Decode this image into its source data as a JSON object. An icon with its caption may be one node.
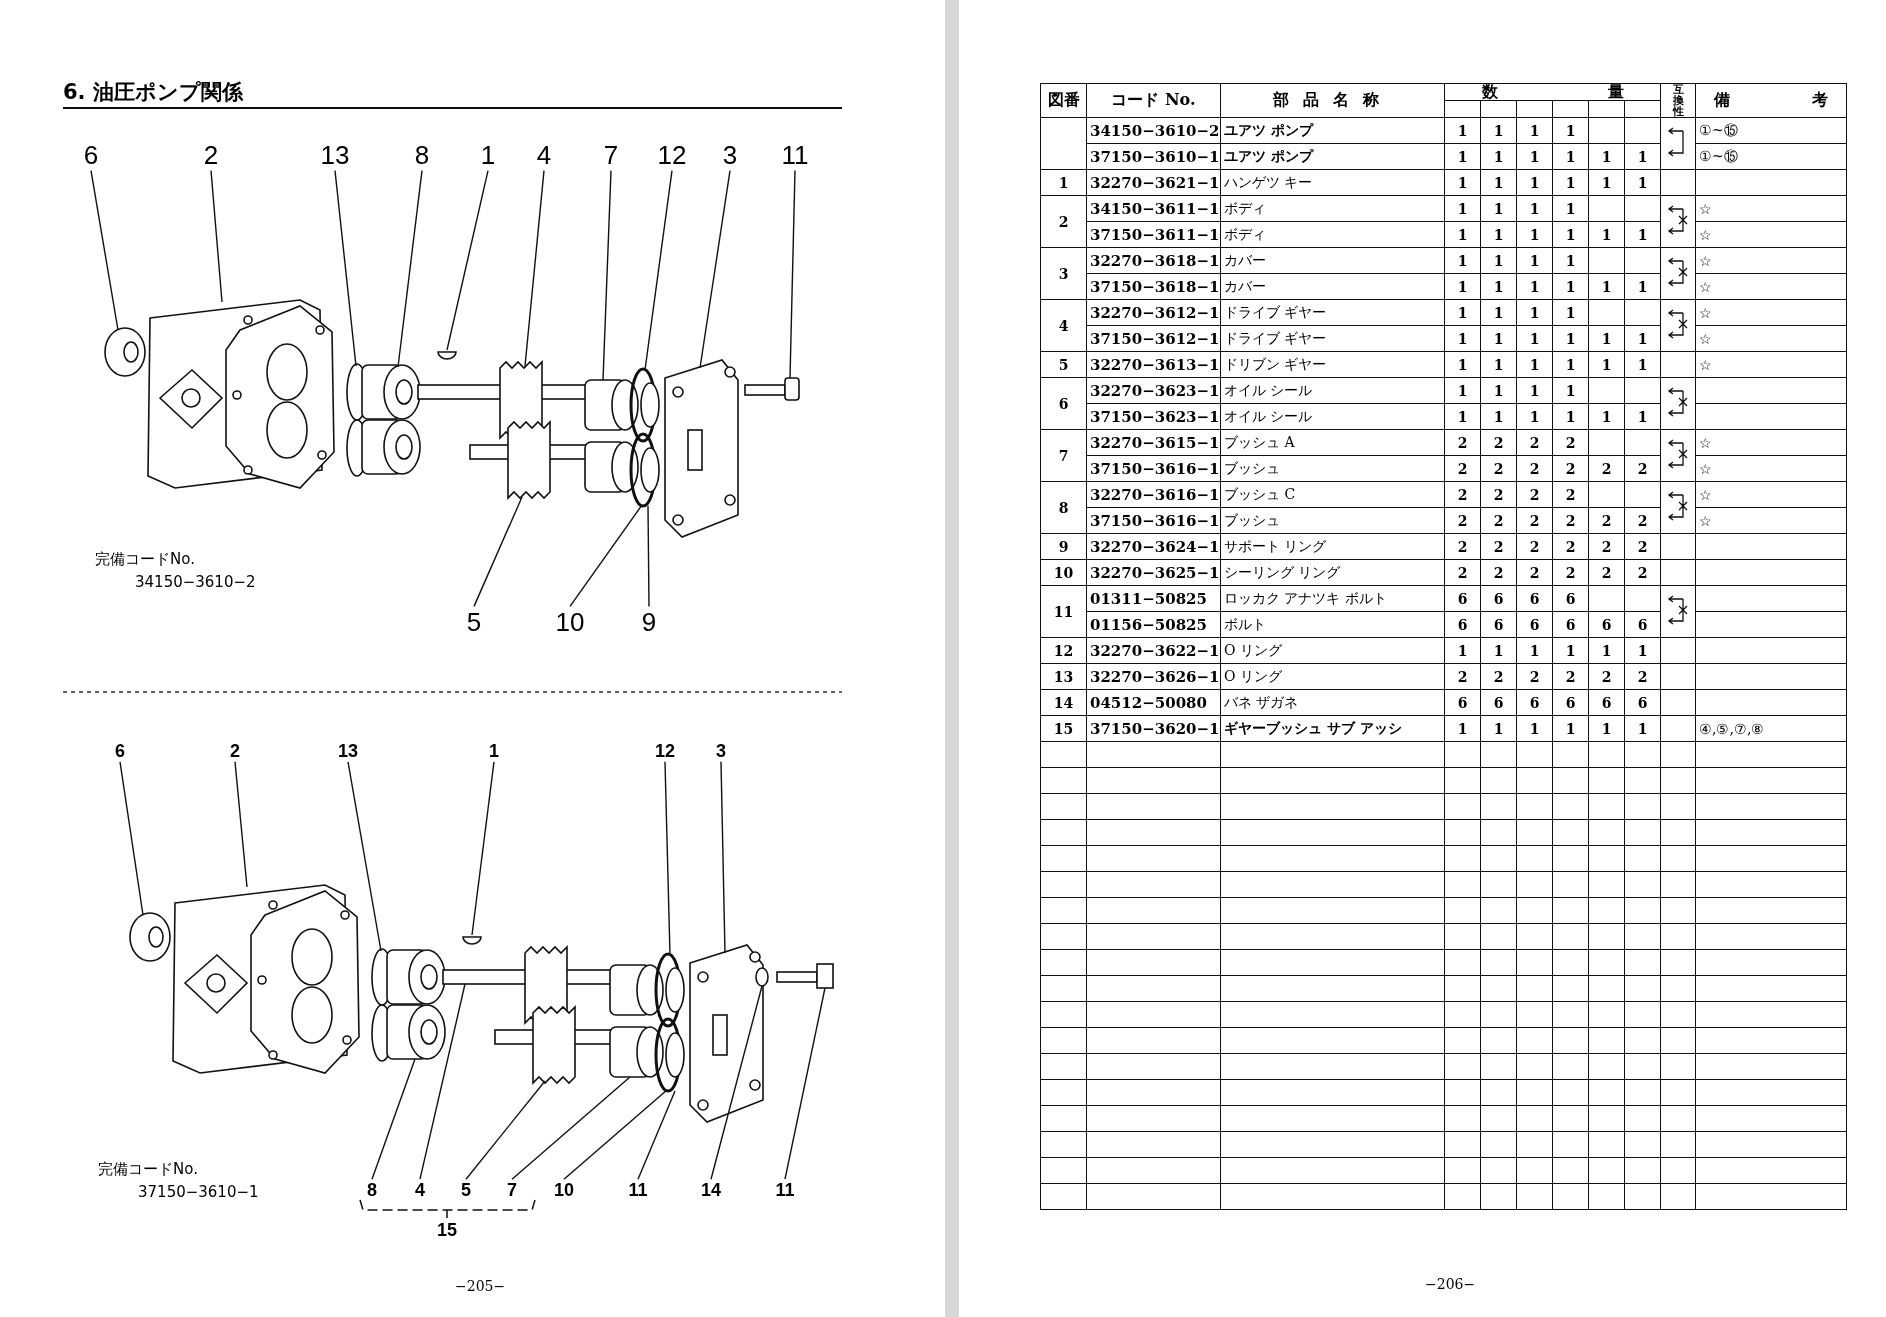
{
  "diagram": {
    "title": "6. 油圧ポンプ関係",
    "nodes": [
      {
        "text": [
          "6"
        ]
      },
      {
        "text": [
          "2"
        ]
      },
      {
        "text": [
          "13"
        ]
      },
      {
        "text": [
          "8"
        ]
      },
      {
        "text": [
          "1"
        ]
      },
      {
        "text": [
          "4"
        ]
      },
      {
        "text": [
          "7"
        ]
      },
      {
        "text": [
          "12"
        ]
      },
      {
        "text": [
          "3"
        ]
      },
      {
        "text": [
          "11"
        ]
      },
      {
        "text": [
          "5"
        ]
      },
      {
        "text": [
          "10"
        ]
      },
      {
        "text": [
          "9"
        ]
      },
      {
        "text": [
          "6"
        ]
      },
      {
        "text": [
          "2"
        ]
      },
      {
        "text": [
          "13"
        ]
      },
      {
        "text": [
          "1"
        ]
      },
      {
        "text": [
          "12"
        ]
      },
      {
        "text": [
          "3"
        ]
      },
      {
        "text": [
          "8"
        ]
      },
      {
        "text": [
          "4"
        ]
      },
      {
        "text": [
          "5"
        ]
      },
      {
        "text": [
          "7"
        ]
      },
      {
        "text": [
          "10"
        ]
      },
      {
        "text": [
          "11"
        ]
      },
      {
        "text": [
          "14"
        ]
      },
      {
        "text": [
          "11"
        ]
      },
      {
        "text": [],
        "shape": "picture"
      },
      {
        "text": [],
        "shape": "picture"
      }
    ],
    "edges": [
      {
        "from": 0,
        "to": 27,
        "arrow": "none"
      },
      {
        "from": 1,
        "to": 27,
        "arrow": "none"
      },
      {
        "from": 2,
        "to": 27,
        "arrow": "none"
      },
      {
        "from": 3,
        "to": 27,
        "arrow": "none"
      },
      {
        "from": 4,
        "to": 27,
        "arrow": "none"
      },
      {
        "from": 5,
        "to": 27,
        "arrow": "none"
      },
      {
        "from": 6,
        "to": 27,
        "arrow": "none"
      },
      {
        "from": 7,
        "to": 27,
        "arrow": "none"
      },
      {
        "from": 8,
        "to": 27,
        "arrow": "none"
      },
      {
        "from": 9,
        "to": 27,
        "arrow": "none"
      },
      {
        "from": 10,
        "to": 27,
        "arrow": "none"
      },
      {
        "from": 11,
        "to": 27,
        "arrow": "none"
      },
      {
        "from": 12,
        "to": 27,
        "arrow": "none"
      },
      {
        "from": 13,
        "to": 28,
        "arrow": "none"
      },
      {
        "from": 14,
        "to": 28,
        "arrow": "none"
      },
      {
        "from": 15,
        "to": 28,
        "arrow": "none"
      },
      {
        "from": 16,
        "to": 28,
        "arrow": "none"
      },
      {
        "from": 17,
        "to": 28,
        "arrow": "none"
      },
      {
        "from": 18,
        "to": 28,
        "arrow": "none"
      },
      {
        "from": 19,
        "to": 28,
        "arrow": "none"
      },
      {
        "from": 20,
        "to": 28,
        "arrow": "none"
      },
      {
        "from": 21,
        "to": 28,
        "arrow": "none"
      },
      {
        "from": 22,
        "to": 28,
        "arrow": "none"
      },
      {
        "from": 23,
        "to": 28,
        "arrow": "none"
      },
      {
        "from": 24,
        "to": 28,
        "arrow": "none"
      },
      {
        "from": 25,
        "to": 28,
        "arrow": "none"
      },
      {
        "from": 26,
        "to": 28,
        "arrow": "none"
      }
    ],
    "labels": [
      "完備コードNo. 34150−3610−2",
      "完備コードNo. 37150−3610−1",
      "15",
      "−205−",
      "図番",
      "コード No.",
      "部品名称",
      "数",
      "量",
      "互換性",
      "備考",
      "34150−3610−2",
      "ユアツ ポンプ",
      "1",
      "1",
      "1",
      "1",
      "①~⑮",
      "37150−3610−1",
      "ユアツ ポンプ",
      "1",
      "1",
      "1",
      "1",
      "1",
      "1",
      "①~⑮",
      "1",
      "32270−3621−1",
      "ハンゲツ キー",
      "1",
      "1",
      "1",
      "1",
      "1",
      "1",
      "2",
      "34150−3611−1",
      "ボディ",
      "1",
      "1",
      "1",
      "1",
      "☆",
      "37150−3611−1",
      "ボディ",
      "1",
      "1",
      "1",
      "1",
      "1",
      "1",
      "☆",
      "3",
      "32270−3618−1",
      "カバー",
      "1",
      "1",
      "1",
      "1",
      "☆",
      "37150−3618−1",
      "カバー",
      "1",
      "1",
      "1",
      "1",
      "1",
      "1",
      "☆",
      "4",
      "32270−3612−1",
      "ドライブ ギヤー",
      "1",
      "1",
      "1",
      "1",
      "☆",
      "37150−3612−1",
      "ドライブ ギヤー",
      "1",
      "1",
      "1",
      "1",
      "1",
      "1",
      "☆",
      "5",
      "32270−3613−1",
      "ドリブン ギヤー",
      "1",
      "1",
      "1",
      "1",
      "1",
      "1",
      "☆",
      "6",
      "32270−3623−1",
      "オイル シール",
      "1",
      "1",
      "1",
      "1",
      "37150−3623−1",
      "オイル シール",
      "1",
      "1",
      "1",
      "1",
      "1",
      "1",
      "7",
      "32270−3615−1",
      "ブッシュ A",
      "2",
      "2",
      "2",
      "2",
      "☆",
      "37150−3616−1",
      "ブッシュ",
      "2",
      "2",
      "2",
      "2",
      "2",
      "2",
      "☆",
      "8",
      "32270−3616−1",
      "ブッシュ C",
      "2",
      "2",
      "2",
      "2",
      "☆",
      "37150−3616−1",
      "ブッシュ",
      "2",
      "2",
      "2",
      "2",
      "2",
      "2",
      "☆",
      "9",
      "32270−3624−1",
      "サポート リング",
      "2",
      "2",
      "2",
      "2",
      "2",
      "2",
      "10",
      "32270−3625−1",
      "シーリング リング",
      "2",
      "2",
      "2",
      "2",
      "2",
      "2",
      "11",
      "01311−50825",
      "ロッカク アナツキ ボルト",
      "6",
      "6",
      "6",
      "6",
      "01156−50825",
      "ボルト",
      "6",
      "6",
      "6",
      "6",
      "6",
      "6",
      "12",
      "32270−3622−1",
      "O リング",
      "1",
      "1",
      "1",
      "1",
      "1",
      "1",
      "13",
      "32270−3626−1",
      "O リング",
      "2",
      "2",
      "2",
      "2",
      "2",
      "2",
      "14",
      "04512−50080",
      "バネ ザガネ",
      "6",
      "6",
      "6",
      "6",
      "6",
      "6",
      "15",
      "37150−3620−1",
      "ギヤーブッシュ サブ アッシ",
      "1",
      "1",
      "1",
      "1",
      "1",
      "1",
      "④,⑤,⑦,⑧",
      "−206−"
    ]
  }
}
